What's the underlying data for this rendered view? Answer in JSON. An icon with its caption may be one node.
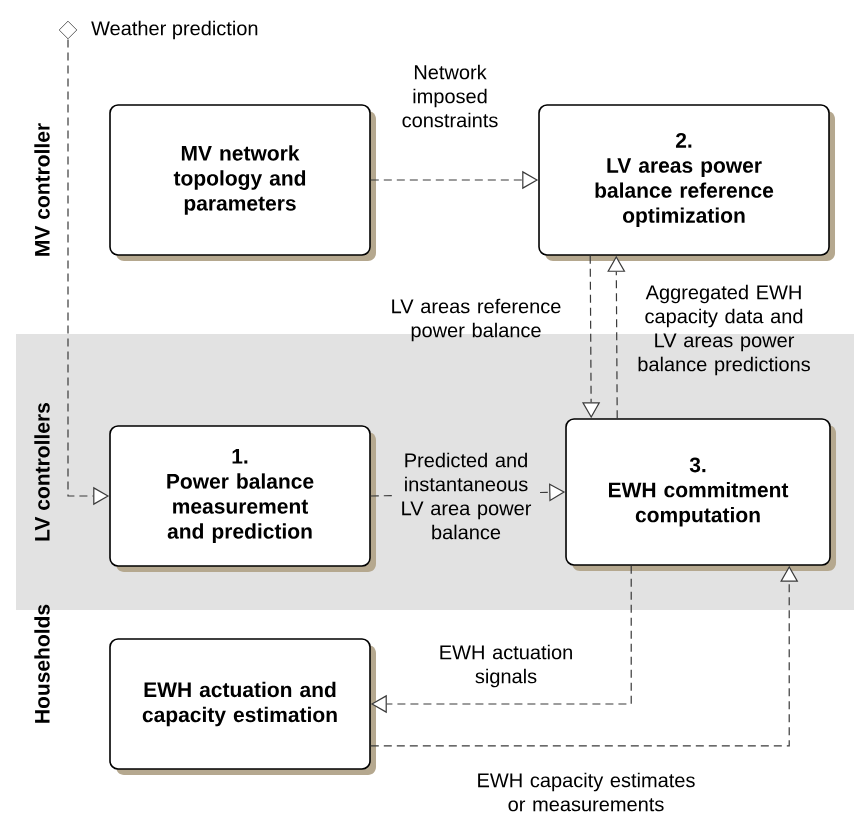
{
  "diagram": {
    "nodes": [
      {
        "text": [],
        "shape": "diamond",
        "beside": [
          "Weather prediction"
        ]
      },
      {
        "text": [
          "MV network topology and parameters"
        ]
      },
      {
        "text": [
          "2.",
          "LV areas power balance reference optimization"
        ]
      },
      {
        "text": [
          "LV controllers"
        ]
      },
      {
        "text": [
          "1.",
          "Power balance measurement and prediction"
        ],
        "in": 3
      },
      {
        "text": [
          "3.",
          "EWH commitment computation"
        ],
        "in": 3
      },
      {
        "text": [
          "EWH actuation and capacity estimation"
        ]
      }
    ],
    "edges": [
      {
        "from": 0,
        "to": 4,
        "arrow": "to",
        "style": "dashed"
      },
      {
        "from": 1,
        "to": 2,
        "arrow": "to",
        "style": "dashed",
        "label": "Network imposed constraints"
      },
      {
        "from": 2,
        "to": 5,
        "arrow": "to",
        "style": "dashed",
        "label": "LV areas reference power balance"
      },
      {
        "from": 5,
        "to": 2,
        "arrow": "to",
        "style": "dashed",
        "label": "Aggregated EWH capacity data and LV areas power balance predictions"
      },
      {
        "from": 4,
        "to": 5,
        "arrow": "to",
        "style": "dashed",
        "label": "Predicted and instantaneous LV area power balance"
      },
      {
        "from": 5,
        "to": 6,
        "arrow": "to",
        "style": "dashed",
        "label": "EWH actuation signals"
      },
      {
        "from": 6,
        "to": 5,
        "arrow": "to",
        "style": "dashed",
        "label": "EWH capacity estimates or measurements"
      }
    ],
    "labels": [
      "MV controller",
      "Households"
    ]
  }
}
